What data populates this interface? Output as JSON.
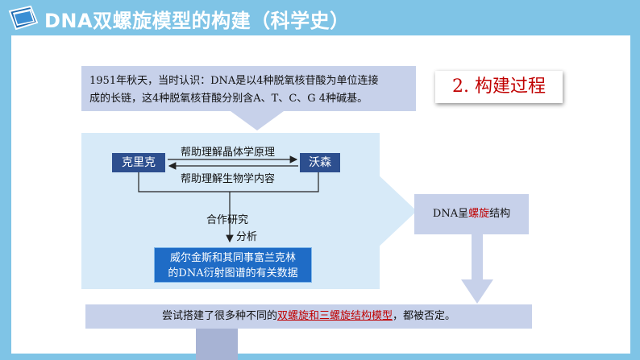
{
  "header": {
    "title": "DNA双螺旋模型的构建（科学史）",
    "icon": "book-icon"
  },
  "section_title": "2. 构建过程",
  "top_box": {
    "line1": "1951年秋天，当时认识：DNA是以4种脱氧核苷酸为单位连接",
    "line2": "成的长链，这4种脱氧核苷酸分别含A、T、C、G 4种碱基。"
  },
  "diagram": {
    "left_node": "克里克",
    "right_node": "沃森",
    "label_top": "帮助理解晶体学原理",
    "label_bottom": "帮助理解生物学内容",
    "cooperate": "合作研究",
    "analyze": "分析",
    "data_line1": "威尔金斯和其同事富兰克林",
    "data_line2": "的DNA衍射图谱的有关数据"
  },
  "helix": {
    "prefix": "DNA呈",
    "highlight": "螺旋",
    "suffix": "结构"
  },
  "bottom_box": {
    "prefix": "尝试搭建了很多种不同的",
    "highlight": "双螺旋和三螺旋结构模型",
    "suffix": "，都被否定。"
  },
  "colors": {
    "background": "#7fc4e6",
    "node": "#2d4f8f",
    "data_box": "#1f6cc6",
    "arrow": "#3aa9e6",
    "highlight": "#c00000",
    "box": "#c7d1ea"
  }
}
